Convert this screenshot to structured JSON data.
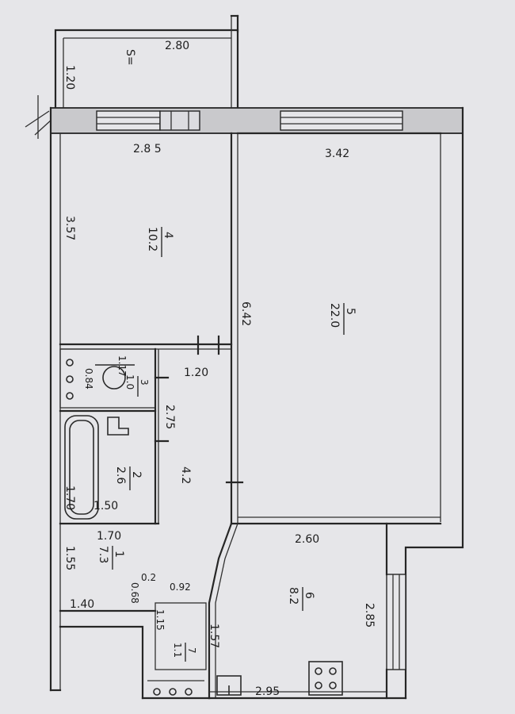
{
  "plan": {
    "balcony": {
      "s_label": "S=",
      "width": "2.80",
      "depth": "1.20"
    },
    "rooms": {
      "r4": {
        "number": "4",
        "area": "10.2"
      },
      "r5": {
        "number": "5",
        "area": "22.0"
      },
      "r3": {
        "number": "3",
        "area": "1.0"
      },
      "r2": {
        "number": "2",
        "area": "2.6"
      },
      "hall": {
        "area": "4.2"
      },
      "r1": {
        "number": "1",
        "area": "7.3"
      },
      "r6": {
        "number": "6",
        "area": "8.2"
      },
      "r7": {
        "number": "7",
        "area": "1.1"
      }
    },
    "dims": {
      "d_285_top": "2.8 5",
      "d_342": "3.42",
      "d_357": "3.57",
      "d_642": "6.42",
      "d_117": "1.17",
      "d_084": "0.84",
      "d_120_mid": "1.20",
      "d_275": "2.75",
      "d_170_v": "1.70",
      "d_150": "1.50",
      "d_170_h": "1.70",
      "d_155": "1.55",
      "d_140": "1.40",
      "d_068": "0.68",
      "d_02": "0.2",
      "d_092": "0.92",
      "d_115": "1.15",
      "d_157": "1.57",
      "d_260": "2.60",
      "d_285_right": "2.85",
      "d_295": "2.95"
    }
  }
}
